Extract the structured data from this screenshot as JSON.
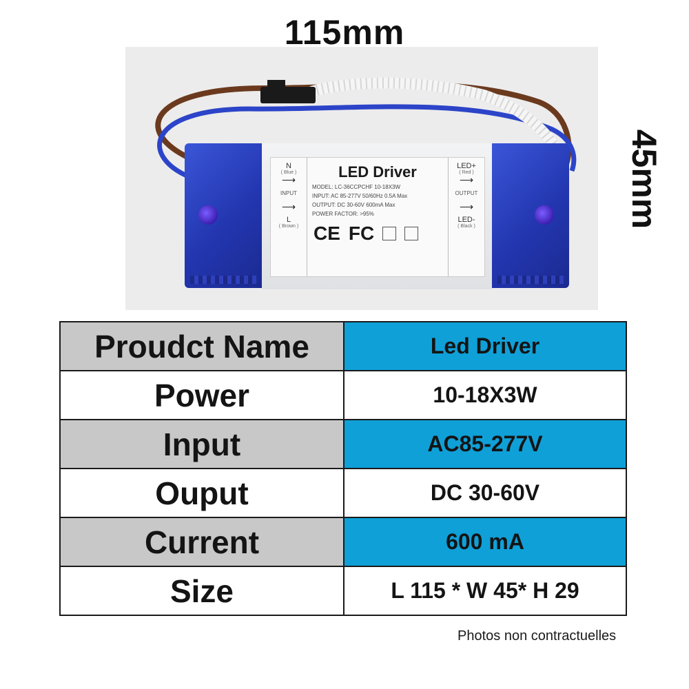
{
  "dimensions": {
    "width_label": "115mm",
    "height_label": "45mm"
  },
  "device_label": {
    "title": "LED Driver",
    "model": "MODEL: LC-36CCPCHF 10-18X3W",
    "input": "INPUT: AC 85-277V  50/60Hz  0.5A Max",
    "output": "OUTPUT: DC 30-60V  600mA Max",
    "power_factor": "POWER FACTOR: >95%",
    "left_column": {
      "n_label": "N",
      "n_sub": "( Blue )",
      "section": "INPUT",
      "l_label": "L",
      "l_sub": "( Brown )"
    },
    "right_column": {
      "pos_label": "LED+",
      "pos_sub": "( Red )",
      "section": "OUTPUT",
      "neg_label": "LED-",
      "neg_sub": "( Black )"
    },
    "certifications": [
      "CE",
      "FC"
    ]
  },
  "colors": {
    "shaded_key_bg": "#c8c8c8",
    "shaded_value_bg": "#0fa0d8",
    "plain_bg": "#ffffff",
    "housing_blue": "#2336b0"
  },
  "spec_table": {
    "rows": [
      {
        "key": "Proudct Name",
        "value": "Led Driver",
        "shaded": true
      },
      {
        "key": "Power",
        "value": "10-18X3W",
        "shaded": false
      },
      {
        "key": "Input",
        "value": "AC85-277V",
        "shaded": true
      },
      {
        "key": "Ouput",
        "value": "DC 30-60V",
        "shaded": false
      },
      {
        "key": "Current",
        "value": "600 mA",
        "shaded": true
      },
      {
        "key": "Size",
        "value": "L 115 * W 45* H 29",
        "shaded": false
      }
    ]
  },
  "disclaimer": "Photos non contractuelles"
}
